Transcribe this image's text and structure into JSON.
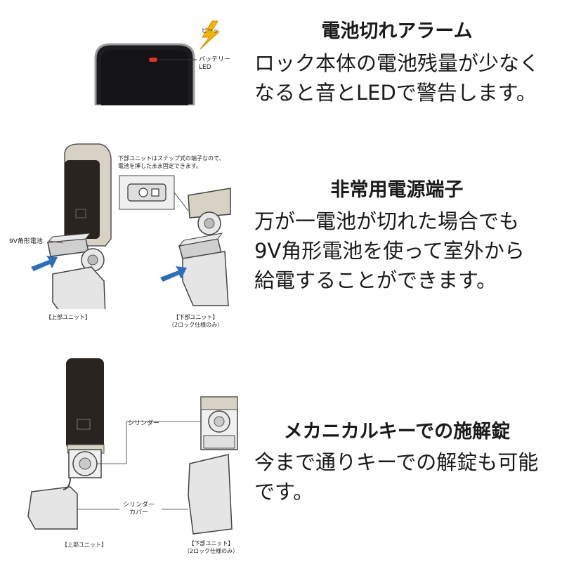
{
  "section1": {
    "title": "電池切れアラーム",
    "body": [
      "ロック本体の電池残量が少なく",
      "なると音とLEDで警告します。"
    ],
    "sound_label": "ピーッ",
    "led_label": [
      "バッテリー",
      "LED"
    ]
  },
  "section2": {
    "title": "非常用電源端子",
    "body": [
      "万が一電池が切れた場合でも",
      "9V角形電池を使って室外から",
      "給電することができます。"
    ],
    "note": [
      "下部ユニットはスナップ式の端子なので、",
      "電池を挿したまま固定できます。"
    ],
    "battery_label": "9V角形電池",
    "caption_upper": "【上部ユニット】",
    "caption_lower": [
      "【下部ユニット】",
      "（2ロック仕様のみ）"
    ]
  },
  "section3": {
    "title": "メカニカルキーでの施解錠",
    "body": [
      "今まで通りキーでの解錠も可能",
      "です。"
    ],
    "cylinder_label": "シリンダー",
    "cover_label": [
      "シリンダー",
      "カバー"
    ],
    "caption_upper": "【上部ユニット】",
    "caption_lower": [
      "【下部ユニット】",
      "（2ロック仕様のみ）"
    ]
  },
  "colors": {
    "text": "#1a1a1a",
    "arrow_blue": "#2a6fb8",
    "lightning": "#f4b400",
    "led_red": "#e0302b",
    "device_dark": "#2a2420",
    "device_beige": "#d8d2c4"
  }
}
